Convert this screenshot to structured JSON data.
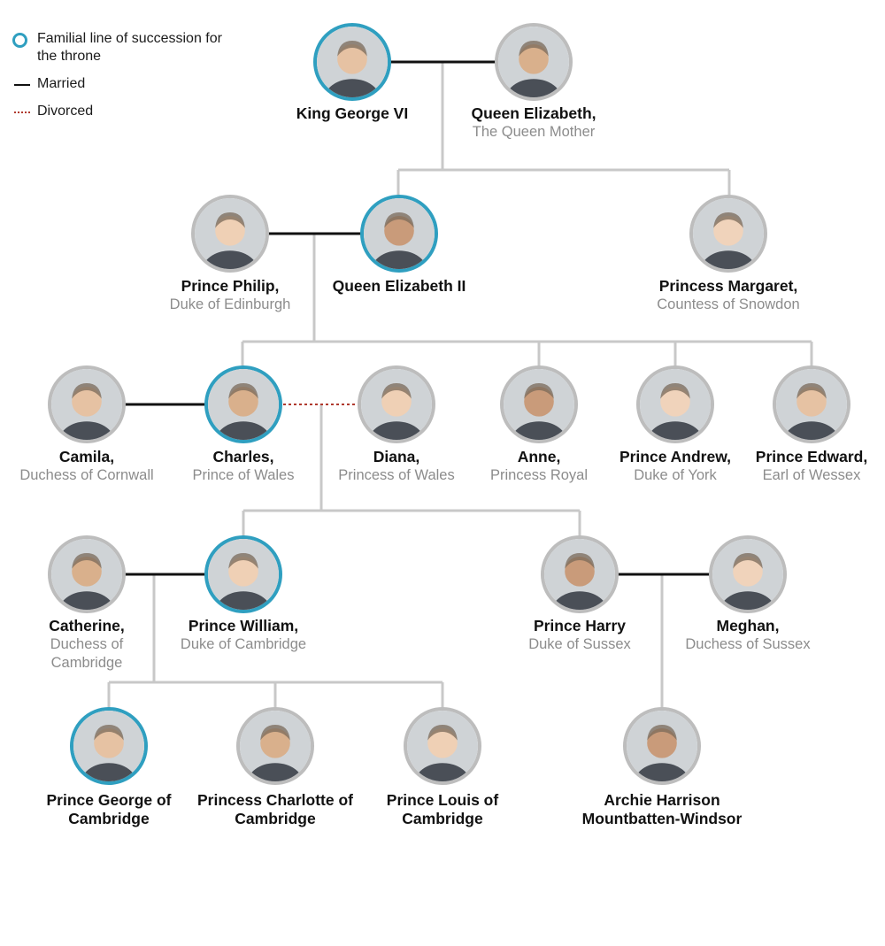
{
  "legend": {
    "succession": "Familial line of succession for the throne",
    "married": "Married",
    "divorced": "Divorced"
  },
  "colors": {
    "succession_ring": "#2f9fc0",
    "other_ring": "#bdbdbd",
    "married_line": "#111111",
    "divorced_line": "#b03a2e",
    "descent_line": "#c8c8c8"
  },
  "people": {
    "george_vi": {
      "name": "King George VI",
      "title": "",
      "succession": true
    },
    "queen_mother": {
      "name": "Queen Elizabeth,",
      "title": "The Queen Mother",
      "succession": false
    },
    "philip": {
      "name": "Prince Philip,",
      "title": "Duke of Edinburgh",
      "succession": false
    },
    "elizabeth_ii": {
      "name": "Queen Elizabeth II",
      "title": "",
      "succession": true
    },
    "margaret": {
      "name": "Princess Margaret,",
      "title": "Countess of Snowdon",
      "succession": false
    },
    "camila": {
      "name": "Camila,",
      "title": "Duchess of Cornwall",
      "succession": false
    },
    "charles": {
      "name": "Charles,",
      "title": "Prince of Wales",
      "succession": true
    },
    "diana": {
      "name": "Diana,",
      "title": "Princess of Wales",
      "succession": false
    },
    "anne": {
      "name": "Anne,",
      "title": "Princess Royal",
      "succession": false
    },
    "andrew": {
      "name": "Prince Andrew,",
      "title": "Duke of York",
      "succession": false
    },
    "edward": {
      "name": "Prince Edward,",
      "title": "Earl of Wessex",
      "succession": false
    },
    "catherine": {
      "name": "Catherine,",
      "title": "Duchess of Cambridge",
      "succession": false
    },
    "william": {
      "name": "Prince William,",
      "title": "Duke of Cambridge",
      "succession": true
    },
    "harry": {
      "name": "Prince Harry",
      "title": "Duke of Sussex",
      "succession": false
    },
    "meghan": {
      "name": "Meghan,",
      "title": "Duchess of Sussex",
      "succession": false
    },
    "george": {
      "name": "Prince George of Cambridge",
      "title": "",
      "succession": true
    },
    "charlotte": {
      "name": "Princess Charlotte of Cambridge",
      "title": "",
      "succession": false
    },
    "louis": {
      "name": "Prince Louis of Cambridge",
      "title": "",
      "succession": false
    },
    "archie": {
      "name": "Archie Harrison Mountbatten-Windsor",
      "title": "",
      "succession": false
    }
  }
}
